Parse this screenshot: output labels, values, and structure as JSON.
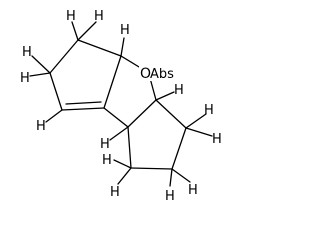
{
  "molecule": {
    "atoms": {
      "oxygen": "O",
      "ring_fusion_label": "Abs",
      "hydrogen": "H"
    }
  }
}
